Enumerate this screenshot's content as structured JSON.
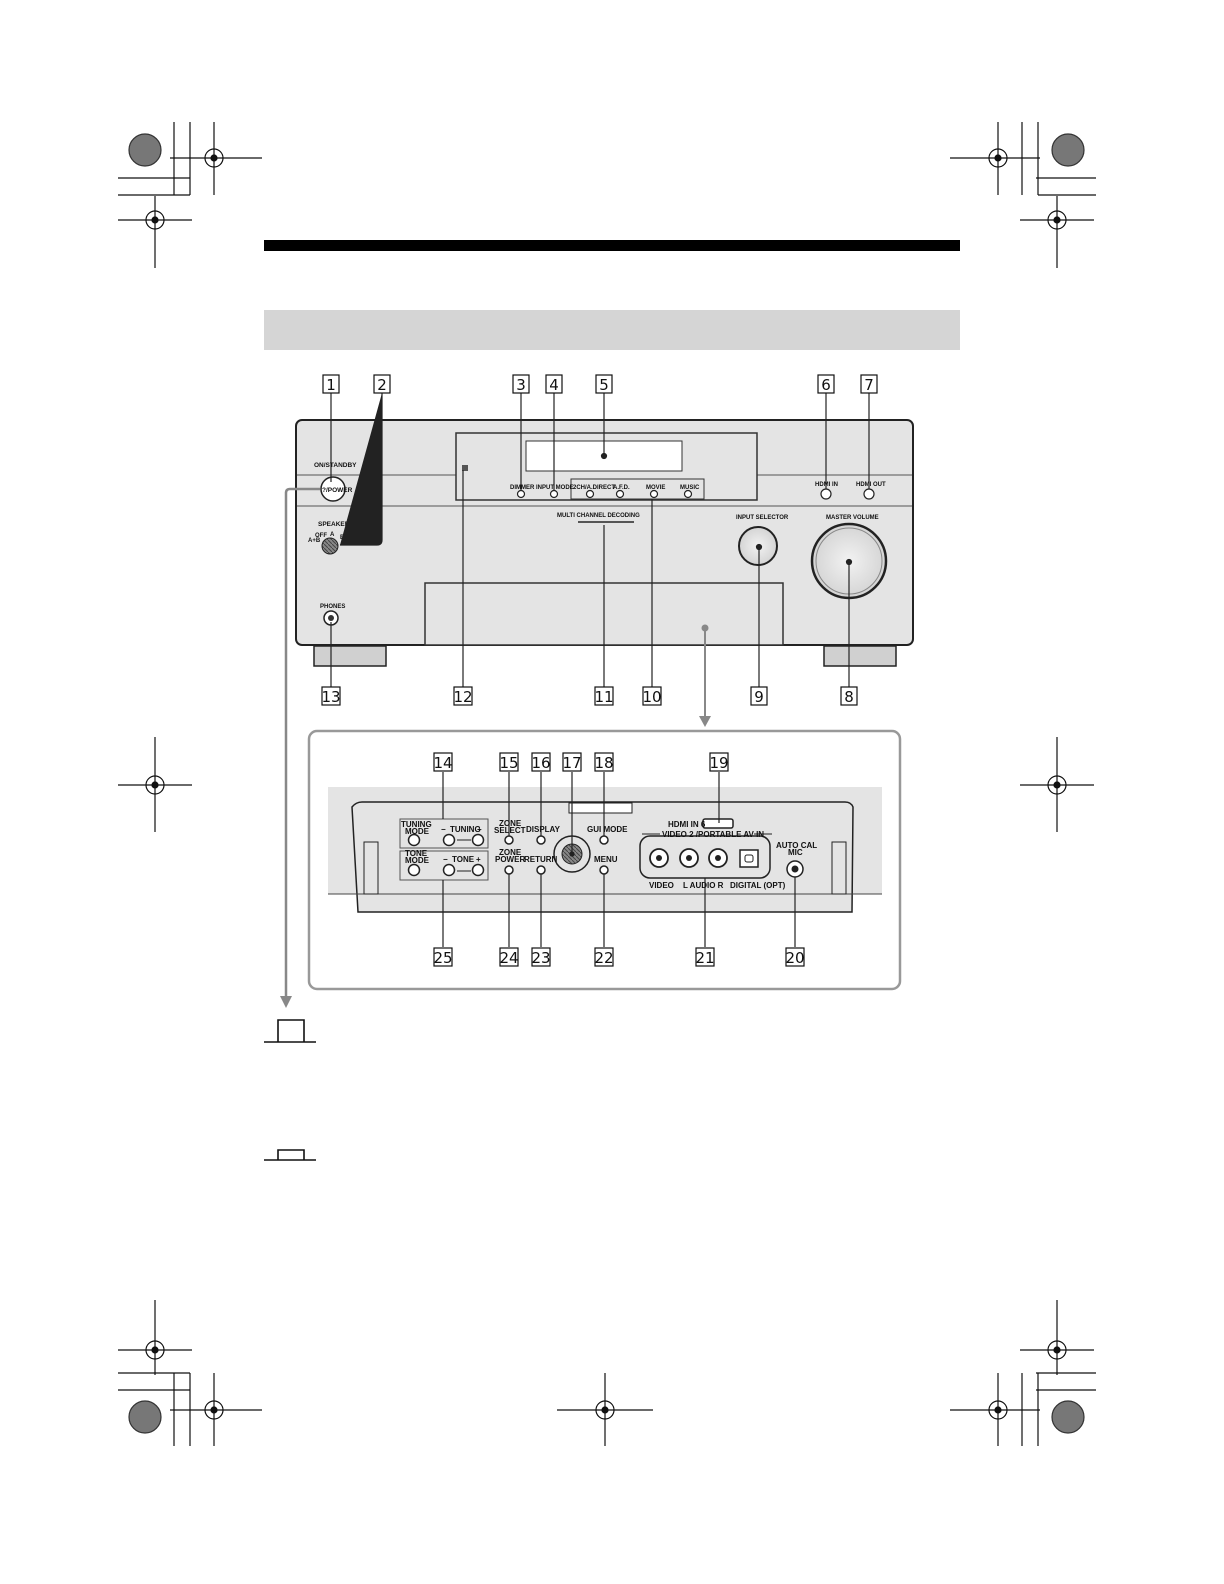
{
  "callouts_top": [
    "1",
    "2",
    "3",
    "4",
    "5",
    "6",
    "7"
  ],
  "callouts_mid": [
    "13",
    "12",
    "11",
    "10",
    "9",
    "8"
  ],
  "callouts_panel_top": [
    "14",
    "15",
    "16",
    "17",
    "18",
    "19"
  ],
  "callouts_panel_bottom": [
    "25",
    "24",
    "23",
    "22",
    "21",
    "20"
  ],
  "front_labels": {
    "on_standby": "ON/STANDBY",
    "power": "?/POWER",
    "speakers": "SPEAKERS",
    "speakers_off": "OFF",
    "speakers_a": "A",
    "speakers_b": "B",
    "speakers_ab": "A+B",
    "phones": "PHONES",
    "dimmer": "DIMMER",
    "input_mode": "INPUT MODE",
    "direct": "2CH/A.DIRECT",
    "afd": "A.F.D.",
    "movie": "MOVIE",
    "music": "MUSIC",
    "hdmi_in": "HDMI IN",
    "hdmi_out": "HDMI OUT",
    "multi_channel": "MULTI CHANNEL DECODING",
    "input_selector": "INPUT SELECTOR",
    "master_volume": "MASTER VOLUME"
  },
  "panel_labels": {
    "tuning_mode_1": "TUNING",
    "tuning_mode_2": "MODE",
    "tuning": "TUNING",
    "tone_mode_1": "TONE",
    "tone_mode_2": "MODE",
    "tone": "TONE",
    "zone_select_1": "ZONE",
    "zone_select_2": "SELECT",
    "zone_power_1": "ZONE",
    "zone_power_2": "POWER",
    "display": "DISPLAY",
    "return": "RETURN",
    "gui_mode": "GUI MODE",
    "menu": "MENU",
    "hdmi_in_6": "HDMI IN 6",
    "video2": "VIDEO 2 /PORTABLE AV IN",
    "video": "VIDEO",
    "audio": "L  AUDIO  R",
    "digital": "DIGITAL (OPT)",
    "auto_cal_1": "AUTO CAL",
    "auto_cal_2": "MIC"
  }
}
